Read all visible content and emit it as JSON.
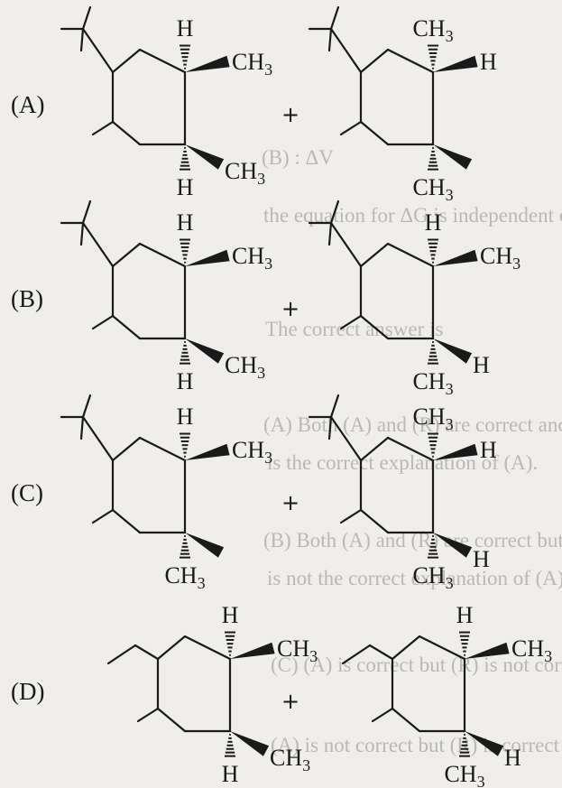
{
  "options": [
    {
      "label": "(A)",
      "plus": "+",
      "left": {
        "top": "H",
        "right": "CH3",
        "lower_right": "CH3",
        "bottom": "H"
      },
      "right": {
        "top": "CH3",
        "right": "H",
        "lower_right": "",
        "bottom": "CH3"
      }
    },
    {
      "label": "(B)",
      "plus": "+",
      "left": {
        "top": "H",
        "right": "CH3",
        "lower_right": "CH3",
        "bottom": "H"
      },
      "right": {
        "top": "H",
        "right": "CH3",
        "lower_right": "H",
        "bottom": "CH3"
      }
    },
    {
      "label": "(C)",
      "plus": "+",
      "left": {
        "top": "H",
        "right": "CH3",
        "lower_right": "",
        "bottom": "CH3"
      },
      "right": {
        "top": "CH3",
        "right": "H",
        "lower_right": "H",
        "bottom": "CH3"
      }
    },
    {
      "label": "(D)",
      "plus": "+",
      "left": {
        "top": "H",
        "right": "CH3",
        "lower_right": "CH3",
        "bottom": "H"
      },
      "right": {
        "top": "H",
        "right": "CH3",
        "lower_right": "H",
        "bottom": "CH3"
      }
    }
  ],
  "background_text": [
    "(B) : ΔV",
    "the equation for ΔG is independent of",
    "The correct answer is",
    "(A) Both (A) and (R) are correct and (R)",
    "is the correct explanation of (A).",
    "(B) Both (A) and (R) are correct but (R)",
    "is not the correct explanation of (A).",
    "(C) (A) is correct but (R) is not correct",
    "(A) is not correct but (R) is correct"
  ]
}
